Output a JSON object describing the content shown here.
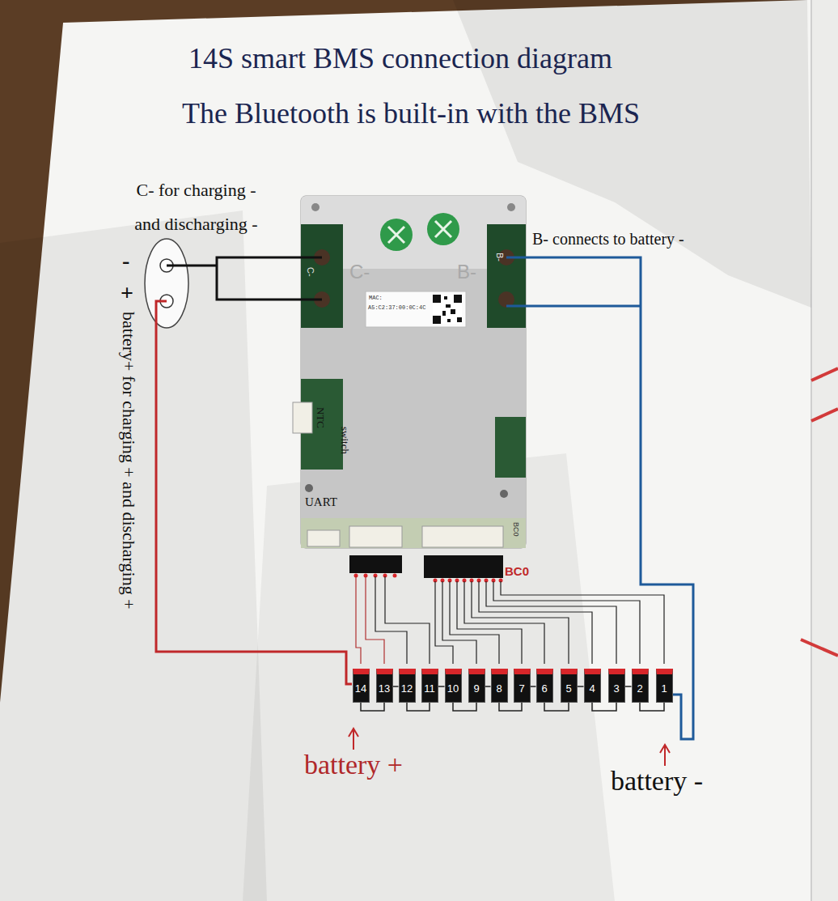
{
  "diagram": {
    "title": "14S smart BMS connection diagram",
    "nodes": [
      {
        "text": [
          "14"
        ]
      },
      {
        "text": [
          "13"
        ]
      },
      {
        "text": [
          "12"
        ]
      },
      {
        "text": [
          "11"
        ]
      },
      {
        "text": [
          "10"
        ]
      },
      {
        "text": [
          "9"
        ]
      },
      {
        "text": [
          "8"
        ]
      },
      {
        "text": [
          "7"
        ]
      },
      {
        "text": [
          "6"
        ]
      },
      {
        "text": [
          "5"
        ]
      },
      {
        "text": [
          "4"
        ]
      },
      {
        "text": [
          "3"
        ]
      },
      {
        "text": [
          "2"
        ]
      },
      {
        "text": [
          "1"
        ]
      }
    ],
    "edges": [
      {
        "from": 0,
        "to": 1,
        "arrow": "none"
      },
      {
        "from": 1,
        "to": 2,
        "arrow": "none"
      },
      {
        "from": 2,
        "to": 3,
        "arrow": "none"
      },
      {
        "from": 3,
        "to": 4,
        "arrow": "none"
      },
      {
        "from": 4,
        "to": 5,
        "arrow": "none"
      },
      {
        "from": 5,
        "to": 6,
        "arrow": "none"
      },
      {
        "from": 6,
        "to": 7,
        "arrow": "none"
      },
      {
        "from": 7,
        "to": 8,
        "arrow": "none"
      },
      {
        "from": 8,
        "to": 9,
        "arrow": "none"
      },
      {
        "from": 9,
        "to": 10,
        "arrow": "none"
      },
      {
        "from": 10,
        "to": 11,
        "arrow": "none"
      },
      {
        "from": 11,
        "to": 12,
        "arrow": "none"
      },
      {
        "from": 12,
        "to": 13,
        "arrow": "none"
      }
    ],
    "labels": [
      "The Bluetooth is built-in with the BMS",
      "C- for charging - and discharging -",
      "-",
      "+",
      "battery+ for charging + and discharging +",
      "B- connects to battery -",
      "C-",
      "C-",
      "B-",
      "B-",
      "MAC:",
      "A5:C2:37:00:0C:4C",
      "NTC",
      "switch",
      "UART",
      "BC0",
      "BC0",
      "battery +",
      "battery -"
    ]
  }
}
